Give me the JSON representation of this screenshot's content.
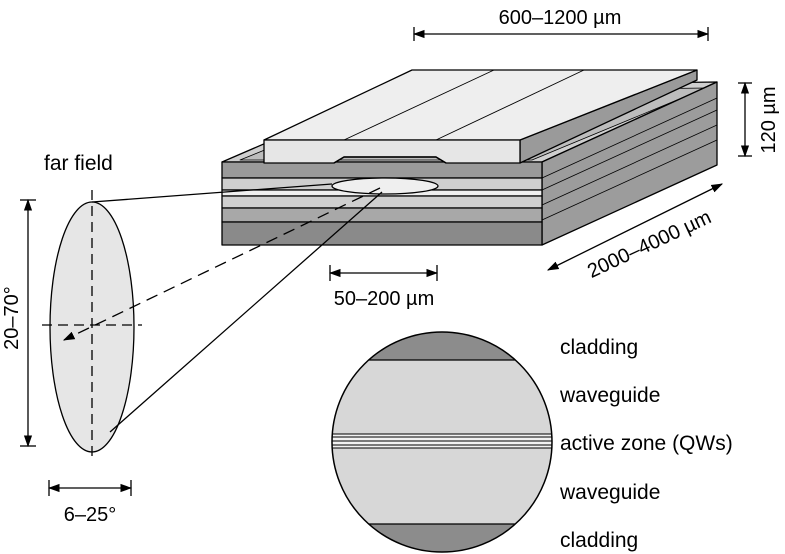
{
  "labels": {
    "far_field": "far field",
    "length_top": "600–1200 µm",
    "height": "120 µm",
    "depth": "2000–4000 µm",
    "stripe_width": "50–200 µm",
    "vertical_angle": "20–70°",
    "horizontal_angle": "6–25°"
  },
  "layers": [
    "cladding",
    "waveguide",
    "active zone (QWs)",
    "waveguide",
    "cladding"
  ],
  "colors": {
    "cladding": "#8c8c8c",
    "waveguide": "#d7d7d7",
    "ridge_top": "#eeeeee",
    "far_field_fill": "#e6e6e6",
    "line": "#000000"
  }
}
